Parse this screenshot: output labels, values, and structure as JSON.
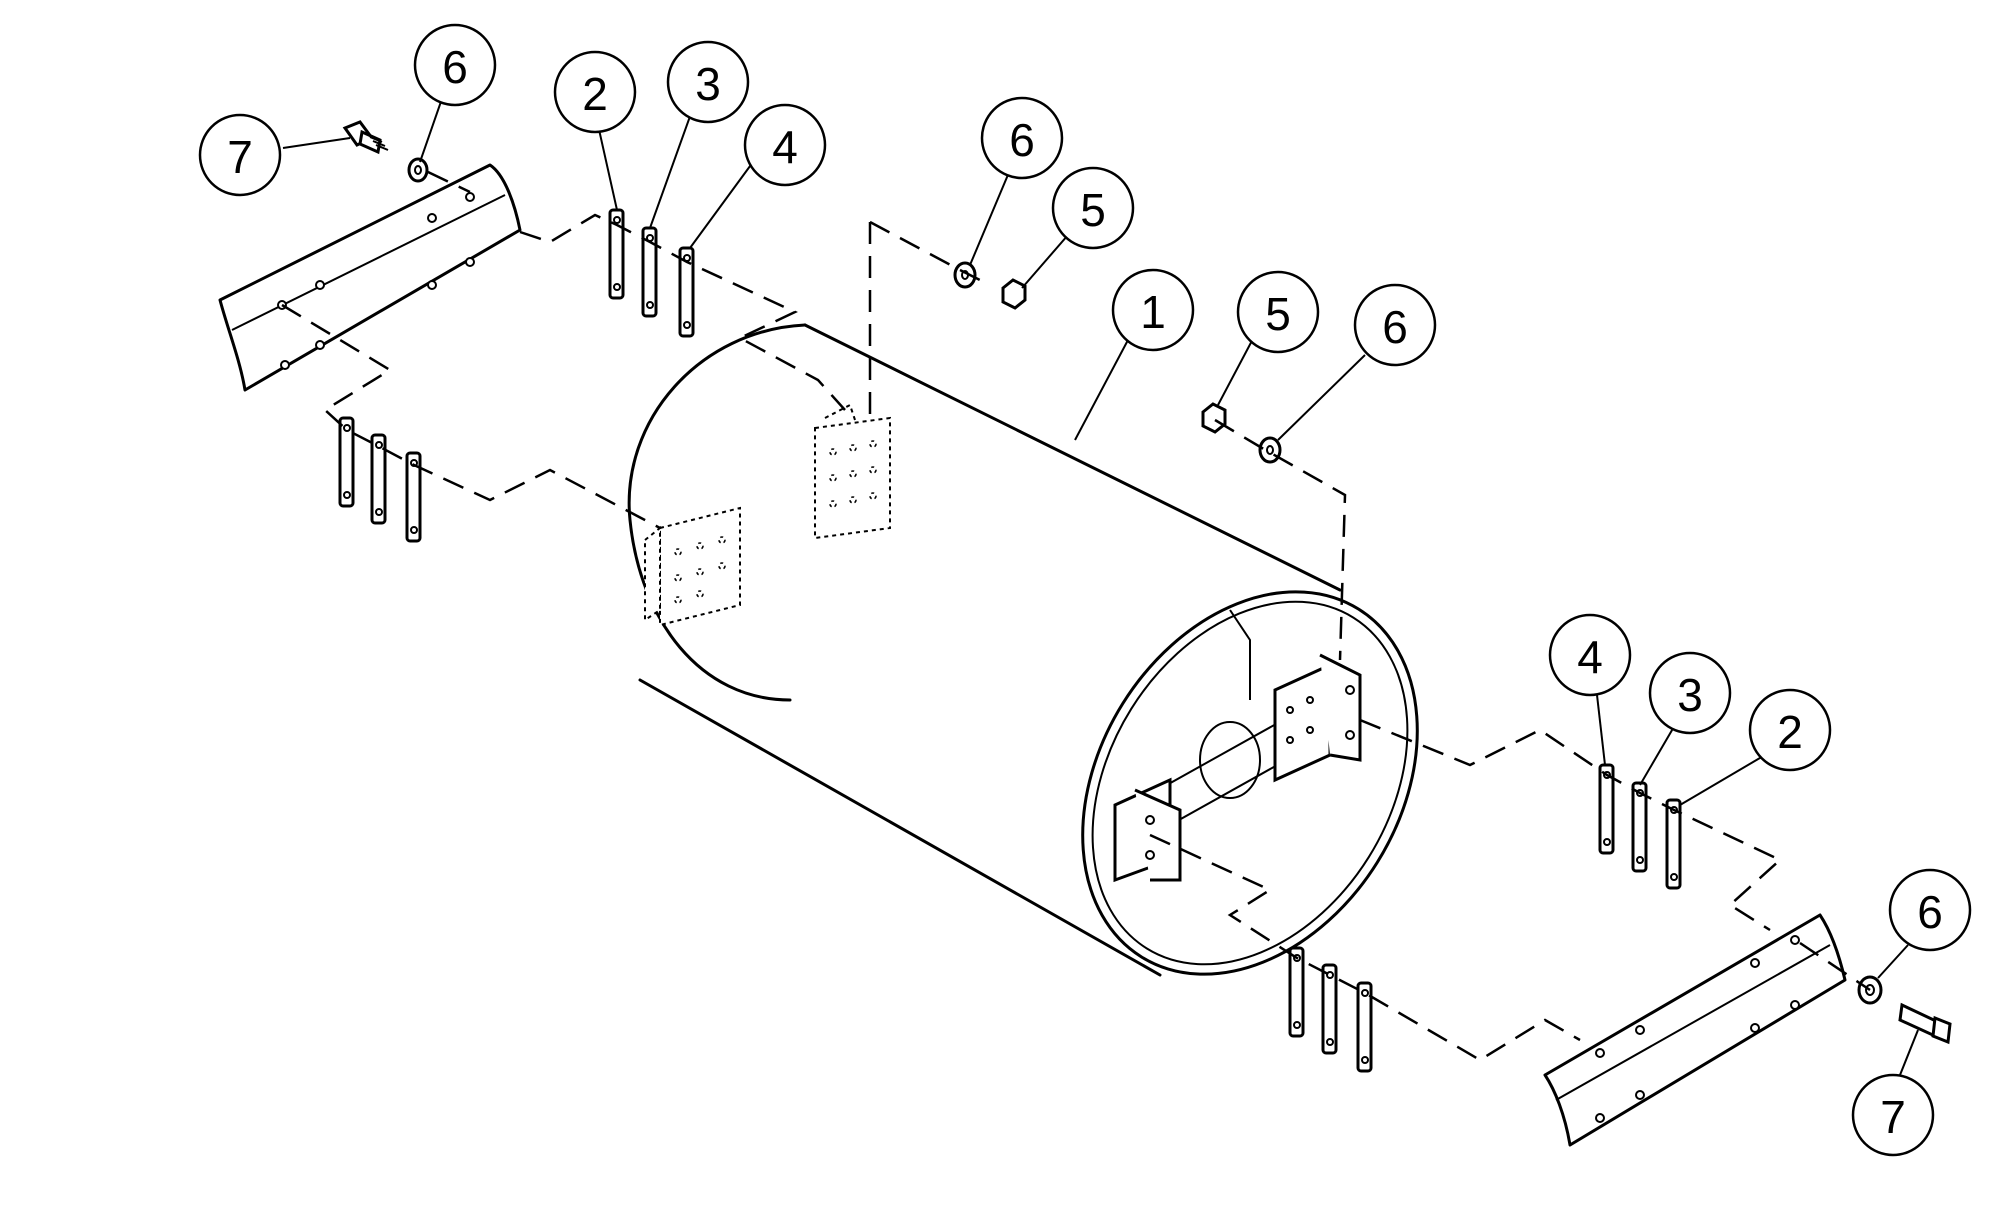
{
  "callouts": [
    {
      "id": "c7-top-left",
      "label": "7"
    },
    {
      "id": "c6-top-left",
      "label": "6"
    },
    {
      "id": "c2-top-left",
      "label": "2"
    },
    {
      "id": "c3-top-left",
      "label": "3"
    },
    {
      "id": "c4-top-left",
      "label": "4"
    },
    {
      "id": "c6-center",
      "label": "6"
    },
    {
      "id": "c5-center",
      "label": "5"
    },
    {
      "id": "c1-drum",
      "label": "1"
    },
    {
      "id": "c5-right",
      "label": "5"
    },
    {
      "id": "c6-right",
      "label": "6"
    },
    {
      "id": "c4-right",
      "label": "4"
    },
    {
      "id": "c3-right",
      "label": "3"
    },
    {
      "id": "c2-right",
      "label": "2"
    },
    {
      "id": "c6-bottom-right",
      "label": "6"
    },
    {
      "id": "c7-bottom-right",
      "label": "7"
    }
  ]
}
